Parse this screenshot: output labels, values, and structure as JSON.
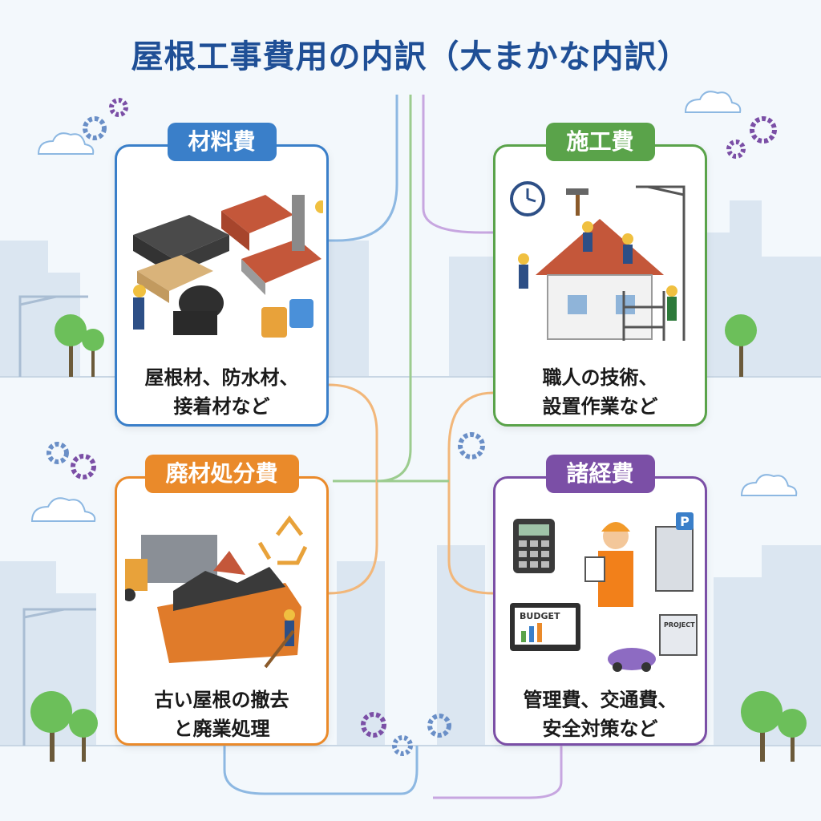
{
  "title": "屋根工事費用の内訳（大まかな内訳）",
  "colors": {
    "blue": "#3a7fc9",
    "green": "#5aa34a",
    "orange": "#ea8a2a",
    "purple": "#7b4fa6",
    "title": "#1f4f96"
  },
  "cards": {
    "materials": {
      "label": "材料費",
      "desc": [
        "屋根材、防水材、",
        "接着材など"
      ]
    },
    "labor": {
      "label": "施工費",
      "desc": [
        "職人の技術、",
        "設置作業など"
      ]
    },
    "disposal": {
      "label": "廃材処分費",
      "desc": [
        "古い屋根の撤去",
        "と廃業処理"
      ]
    },
    "overhead": {
      "label": "諸経費",
      "desc": [
        "管理費、交通費、",
        "安全対策など"
      ]
    }
  },
  "illustration_text": {
    "budget": "BUDGET",
    "project": "PROJECT",
    "parking": "P"
  },
  "icons": [
    "gear-icon",
    "cloud-icon",
    "tree-icon",
    "crane-icon",
    "recycle-icon",
    "clock-icon",
    "hammer-icon",
    "calculator-icon"
  ]
}
